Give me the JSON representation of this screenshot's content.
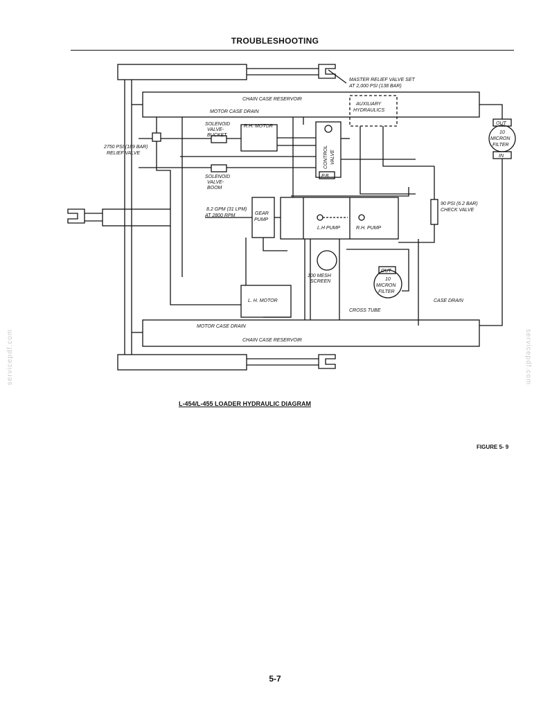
{
  "header": {
    "title": "TROUBLESHOOTING"
  },
  "diagram": {
    "labels": {
      "chain_case_reservoir_top": "CHAIN CASE RESERVOIR",
      "chain_case_reservoir_bottom": "CHAIN CASE RESERVOIR",
      "motor_case_drain_top": "MOTOR CASE DRAIN",
      "motor_case_drain_bottom": "MOTOR CASE DRAIN",
      "master_relief_1": "MASTER RELIEF VALVE SET",
      "master_relief_2": "AT 2,000 PSI (138 BAR)",
      "auxiliary_1": "AUXILIARY",
      "auxiliary_2": "HYDRAULICS",
      "solenoid_bucket_1": "SOLENOID",
      "solenoid_bucket_2": "VALVE-",
      "solenoid_bucket_3": "BUCKET",
      "solenoid_boom_1": "SOLENOID",
      "solenoid_boom_2": "VALVE-",
      "solenoid_boom_3": "BOOM",
      "rh_motor": "R.H. MOTOR",
      "control_valve_1": "CONTROL",
      "control_valve_2": "VALVE",
      "pb": "P.B",
      "relief_1": "2750 PSI (189 BAR)",
      "relief_2": "RELIEF VALVE",
      "micron_top_out": "OUT",
      "micron_top_10": "10",
      "micron_top_micron": "MICRON",
      "micron_top_filter": "FILTER",
      "micron_top_in": "IN",
      "check_1": "90 PSI (6.2 BAR)",
      "check_2": "CHECK VALVE",
      "gear_gpm_1": "8.2 GPM (31 LPM)",
      "gear_gpm_2": "AT 2800 RPM",
      "gear_pump_1": "GEAR",
      "gear_pump_2": "PUMP",
      "lh_pump": "L.H PUMP",
      "rh_pump": "R.H. PUMP",
      "mesh_1": "100 MESH",
      "mesh_2": "SCREEN",
      "micron_bot_out": "OUT",
      "micron_bot_10": "10",
      "micron_bot_micron": "MICRON",
      "micron_bot_filter": "FILTER",
      "lh_motor": "L. H. MOTOR",
      "cross_tube": "CROSS TUBE",
      "case_drain": "CASE DRAIN"
    }
  },
  "caption": "L-454/L-455 LOADER HYDRAULIC DIAGRAM",
  "figure": "FIGURE 5- 9",
  "page_number": "5-7",
  "watermark": "servicepdf.com"
}
